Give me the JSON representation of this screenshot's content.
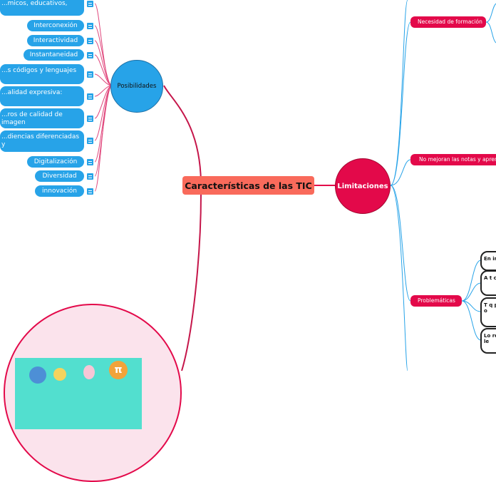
{
  "central": {
    "title": "Características de las TIC"
  },
  "posibilidades": {
    "label": "Posibilidades",
    "items": [
      "...micos, educativos,",
      "Interconexión",
      "Interactividad",
      "Instantaneidad",
      "...s códigos y lenguajes",
      "...alidad expresiva:",
      "...ros de calidad de imagen",
      "...diencias diferenciadas y",
      "Digitalización",
      "Diversidad",
      "innovación"
    ]
  },
  "limitaciones": {
    "label": "Limitaciones",
    "items": [
      "Necesidad de formación",
      "No mejoran las notas y aprende",
      "Problemáticas"
    ],
    "boxes": [
      "En in",
      "A t c",
      "T q p o",
      "Lo re le"
    ]
  },
  "colors": {
    "central": "#f96a5b",
    "posibilidades": "#27a3e8",
    "limitaciones": "#e3094a",
    "branch_red": "#c5164a",
    "branch_blue": "#e0457b",
    "image_circle": "#e3094a"
  }
}
